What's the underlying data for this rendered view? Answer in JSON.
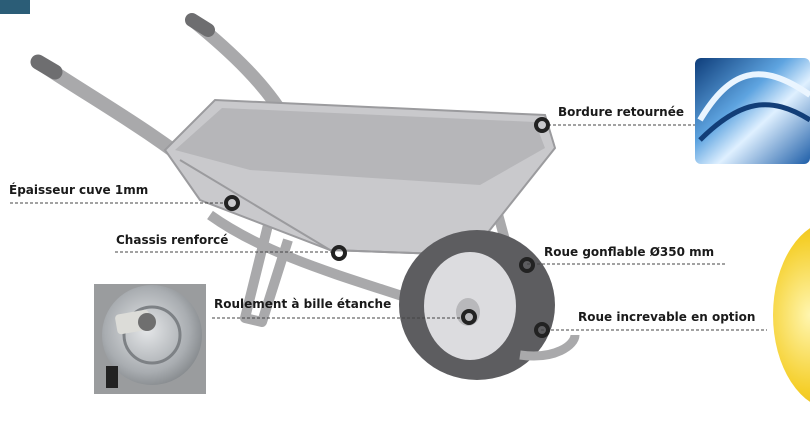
{
  "annotations": {
    "rim": "Bordure retournée",
    "tub": "Épaisseur cuve 1mm",
    "chassis": "Chassis renforcé",
    "wheel": "Roue gonflable Ø350 mm",
    "bearing": "Roulement à bille étanche",
    "puncture": "Roue increvable en option"
  },
  "colors": {
    "handle": "#a9a9ab",
    "grip": "#6e6e70",
    "tub": "#c9c9cc",
    "tub_inner": "#b6b6b9",
    "tyre": "#5d5d60",
    "hub": "#dcdcdf",
    "marker": "#222222",
    "leader": "#444444",
    "corner_accent": "#2b5d77",
    "yellow_wheel": "#f3c316"
  }
}
